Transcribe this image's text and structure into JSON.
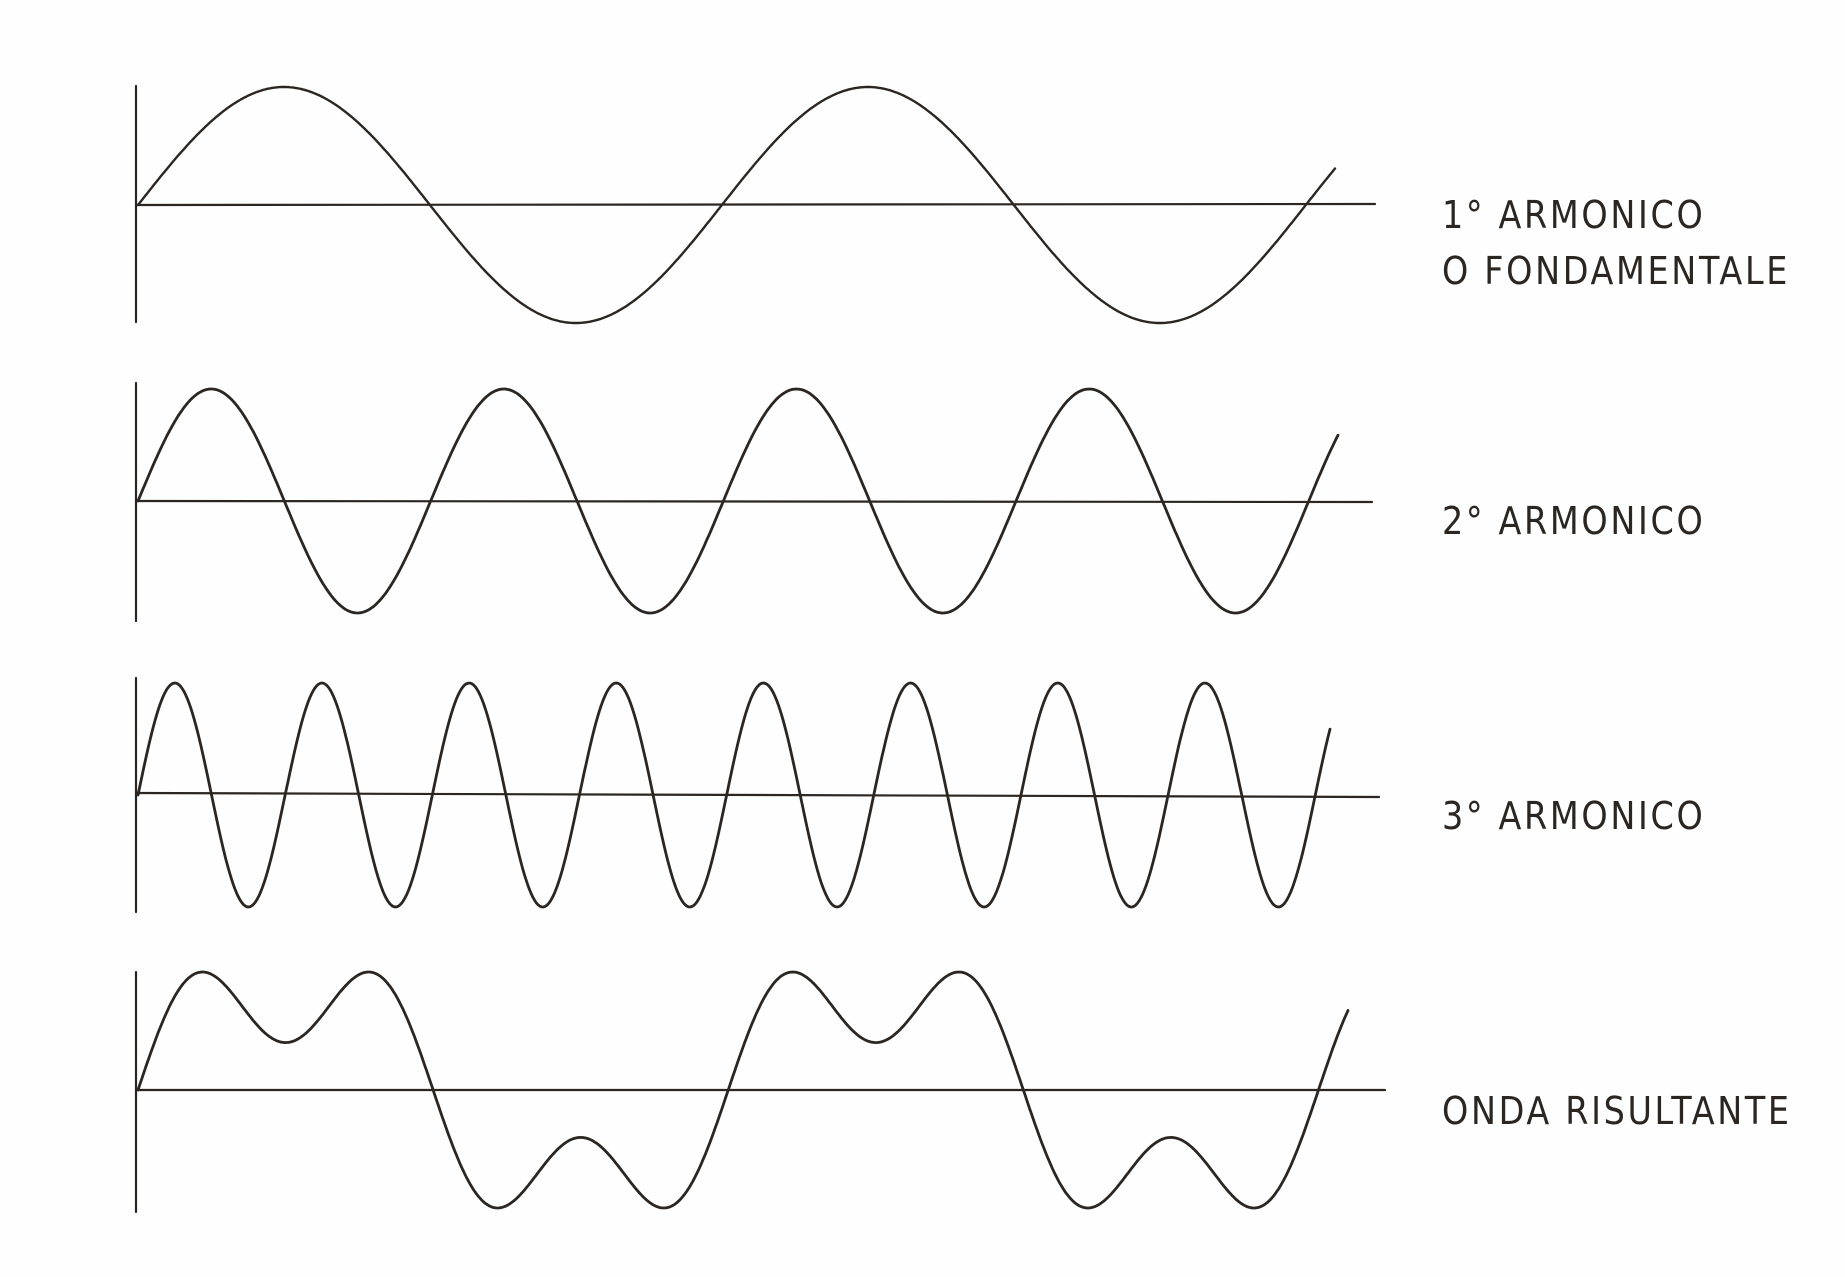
{
  "labels": {
    "harmonic1_line1": "1° ARMONICO",
    "harmonic1_line2": "O FONDAMENTALE",
    "harmonic2": "2° ARMONICO",
    "harmonic3": "3° ARMONICO",
    "resultant": "ONDA RISULTANTE"
  },
  "waves": [
    {
      "key": "harmonic1",
      "cycles": 2.05,
      "components": [
        1,
        0,
        0
      ]
    },
    {
      "key": "harmonic2",
      "cycles": 4.1,
      "components": [
        0,
        1,
        0
      ]
    },
    {
      "key": "harmonic3",
      "cycles": 8.1,
      "components": [
        0,
        0,
        1
      ]
    },
    {
      "key": "resultant",
      "cycles": 2.05,
      "components": [
        1,
        0,
        1
      ]
    }
  ],
  "colors": {
    "ink": "#2b2622",
    "paper": "#fefefe"
  }
}
